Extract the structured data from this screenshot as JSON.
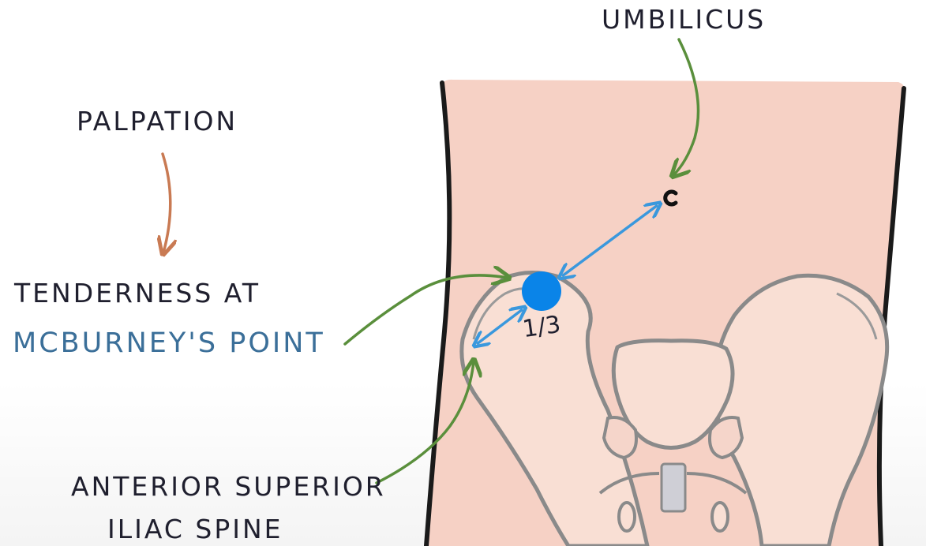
{
  "labels": {
    "umbilicus": "UMBILICUS",
    "palpation": "PALPATION",
    "tenderness_at": "TENDERNESS AT",
    "mcburneys_point": "McBURNEY'S POINT",
    "asis_line1": "ANTERIOR SUPERIOR",
    "asis_line2": "ILIAC SPINE",
    "fraction": "1/3"
  },
  "colors": {
    "skin": "#f6d1c5",
    "skin_outline": "#1a1a1a",
    "bone_fill": "#f9dfd4",
    "bone_outline": "#8a8a8a",
    "pointer_arrow": "#5a8f3c",
    "flow_arrow": "#c97a53",
    "distance_arrow": "#3a98dd",
    "mcburney_point": "#0a84e8",
    "dark_text": "#1f1f2e",
    "highlight_text": "#3b6f99"
  }
}
